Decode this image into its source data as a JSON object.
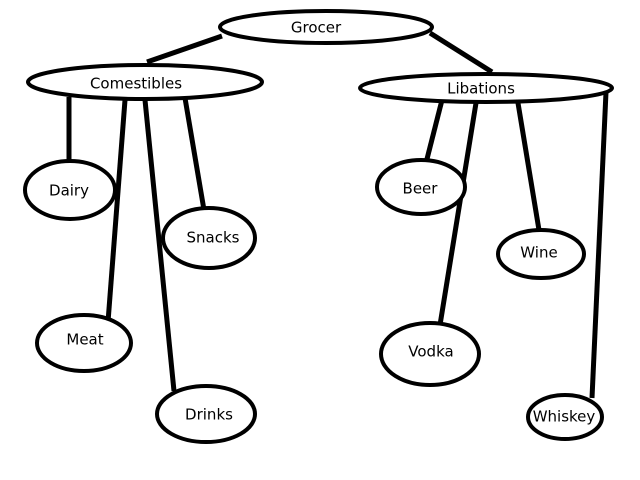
{
  "diagram": {
    "root": {
      "label": "Grocer"
    },
    "categories": [
      {
        "label": "Comestibles",
        "items": [
          "Dairy",
          "Snacks",
          "Meat",
          "Drinks"
        ]
      },
      {
        "label": "Libations",
        "items": [
          "Beer",
          "Wine",
          "Vodka",
          "Whiskey"
        ]
      }
    ]
  }
}
